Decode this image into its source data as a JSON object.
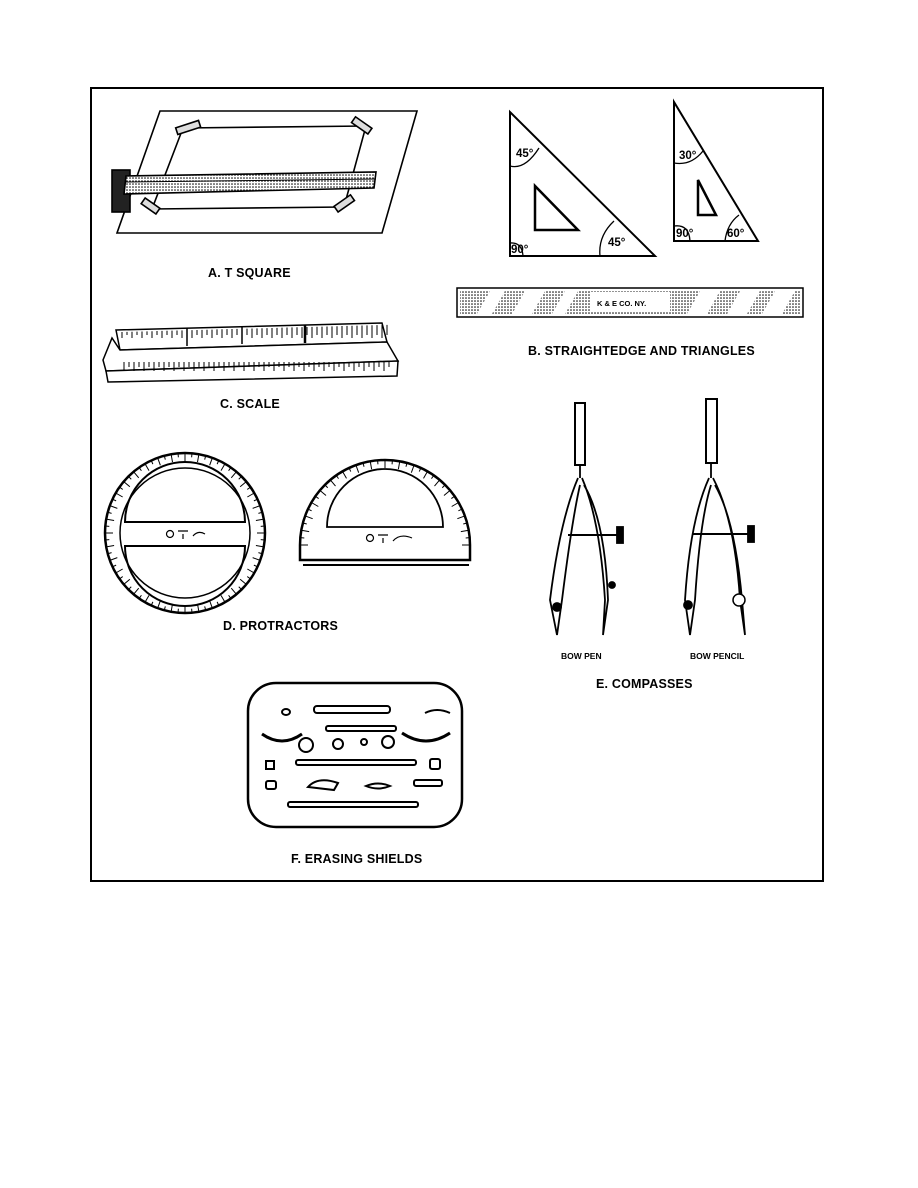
{
  "captions": {
    "t_square": "A. T SQUARE",
    "straightedge": "B. STRAIGHTEDGE AND TRIANGLES",
    "scale": "C. SCALE",
    "protractors": "D. PROTRACTORS",
    "compasses": "E. COMPASSES",
    "erasing_shields": "F. ERASING SHIELDS"
  },
  "triangle_45": {
    "top_angle": "45°",
    "left_angle": "90°",
    "right_angle": "45°"
  },
  "triangle_30_60": {
    "top_angle": "30°",
    "left_angle": "90°",
    "right_angle": "60°"
  },
  "straightedge_label": "K & E CO. NY.",
  "compass_labels": {
    "bow_pen": "BOW PEN",
    "bow_pencil": "BOW PENCIL"
  }
}
